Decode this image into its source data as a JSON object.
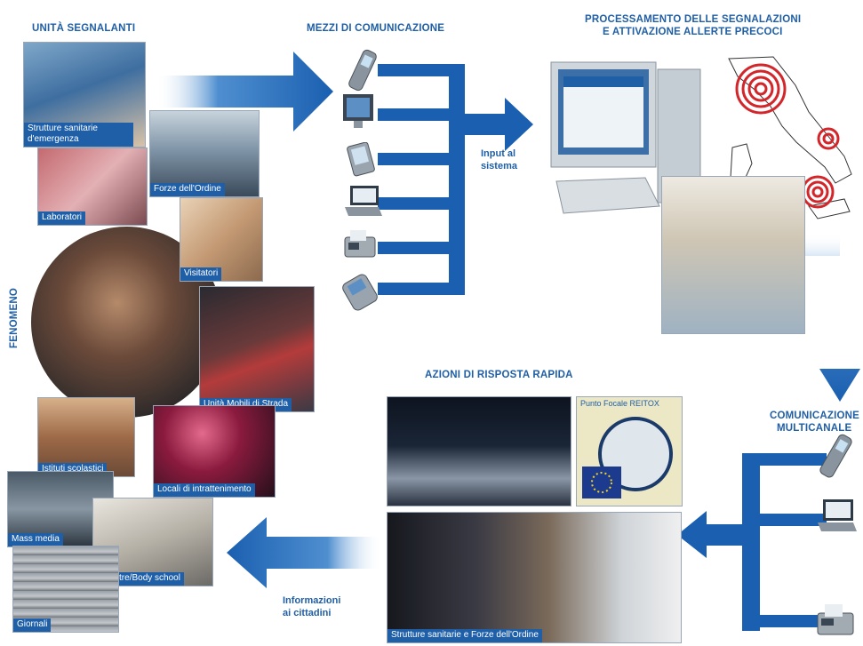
{
  "titles": {
    "unita_segnalanti": "UNITÀ SEGNALANTI",
    "mezzi_comunicazione": "MEZZI DI COMUNICAZIONE",
    "processamento_line1": "PROCESSAMENTO DELLE SEGNALAZIONI",
    "processamento_line2": "E ATTIVAZIONE ALLERTE PRECOCI",
    "azioni": "AZIONI DI RISPOSTA RAPIDA",
    "comunicazione_line1": "COMUNICAZIONE",
    "comunicazione_line2": "MULTICANALE",
    "fenomeno": "FENOMENO"
  },
  "captions": {
    "strutture_sanitarie": "Strutture sanitarie d'emergenza",
    "forze_ordine": "Forze dell'Ordine",
    "laboratori": "Laboratori",
    "visitatori": "Visitatori",
    "unita_mobili": "Unità Mobili di Strada",
    "istituti_scolastici": "Istituti scolastici",
    "locali": "Locali di intrattenimento",
    "mass_media": "Mass media",
    "palestre": "Palestre/Body school",
    "giornali": "Giornali",
    "punto_focale": "Punto Focale REITOX",
    "strutture_forze": "Strutture sanitarie e Forze dell'Ordine"
  },
  "labels": {
    "input_line1": "Input al",
    "input_line2": "sistema",
    "info_line1": "Informazioni",
    "info_line2": "ai cittadini"
  },
  "colors": {
    "accent": "#1f5fa6",
    "caption_bg": "#1e5fa8",
    "arrow": "#1a5fb0",
    "target_red": "#d2262b"
  },
  "icons": [
    "mobile-phone-icon",
    "monitor-icon",
    "pda-icon",
    "laptop-icon",
    "fax-icon",
    "mobile-phone-icon"
  ]
}
